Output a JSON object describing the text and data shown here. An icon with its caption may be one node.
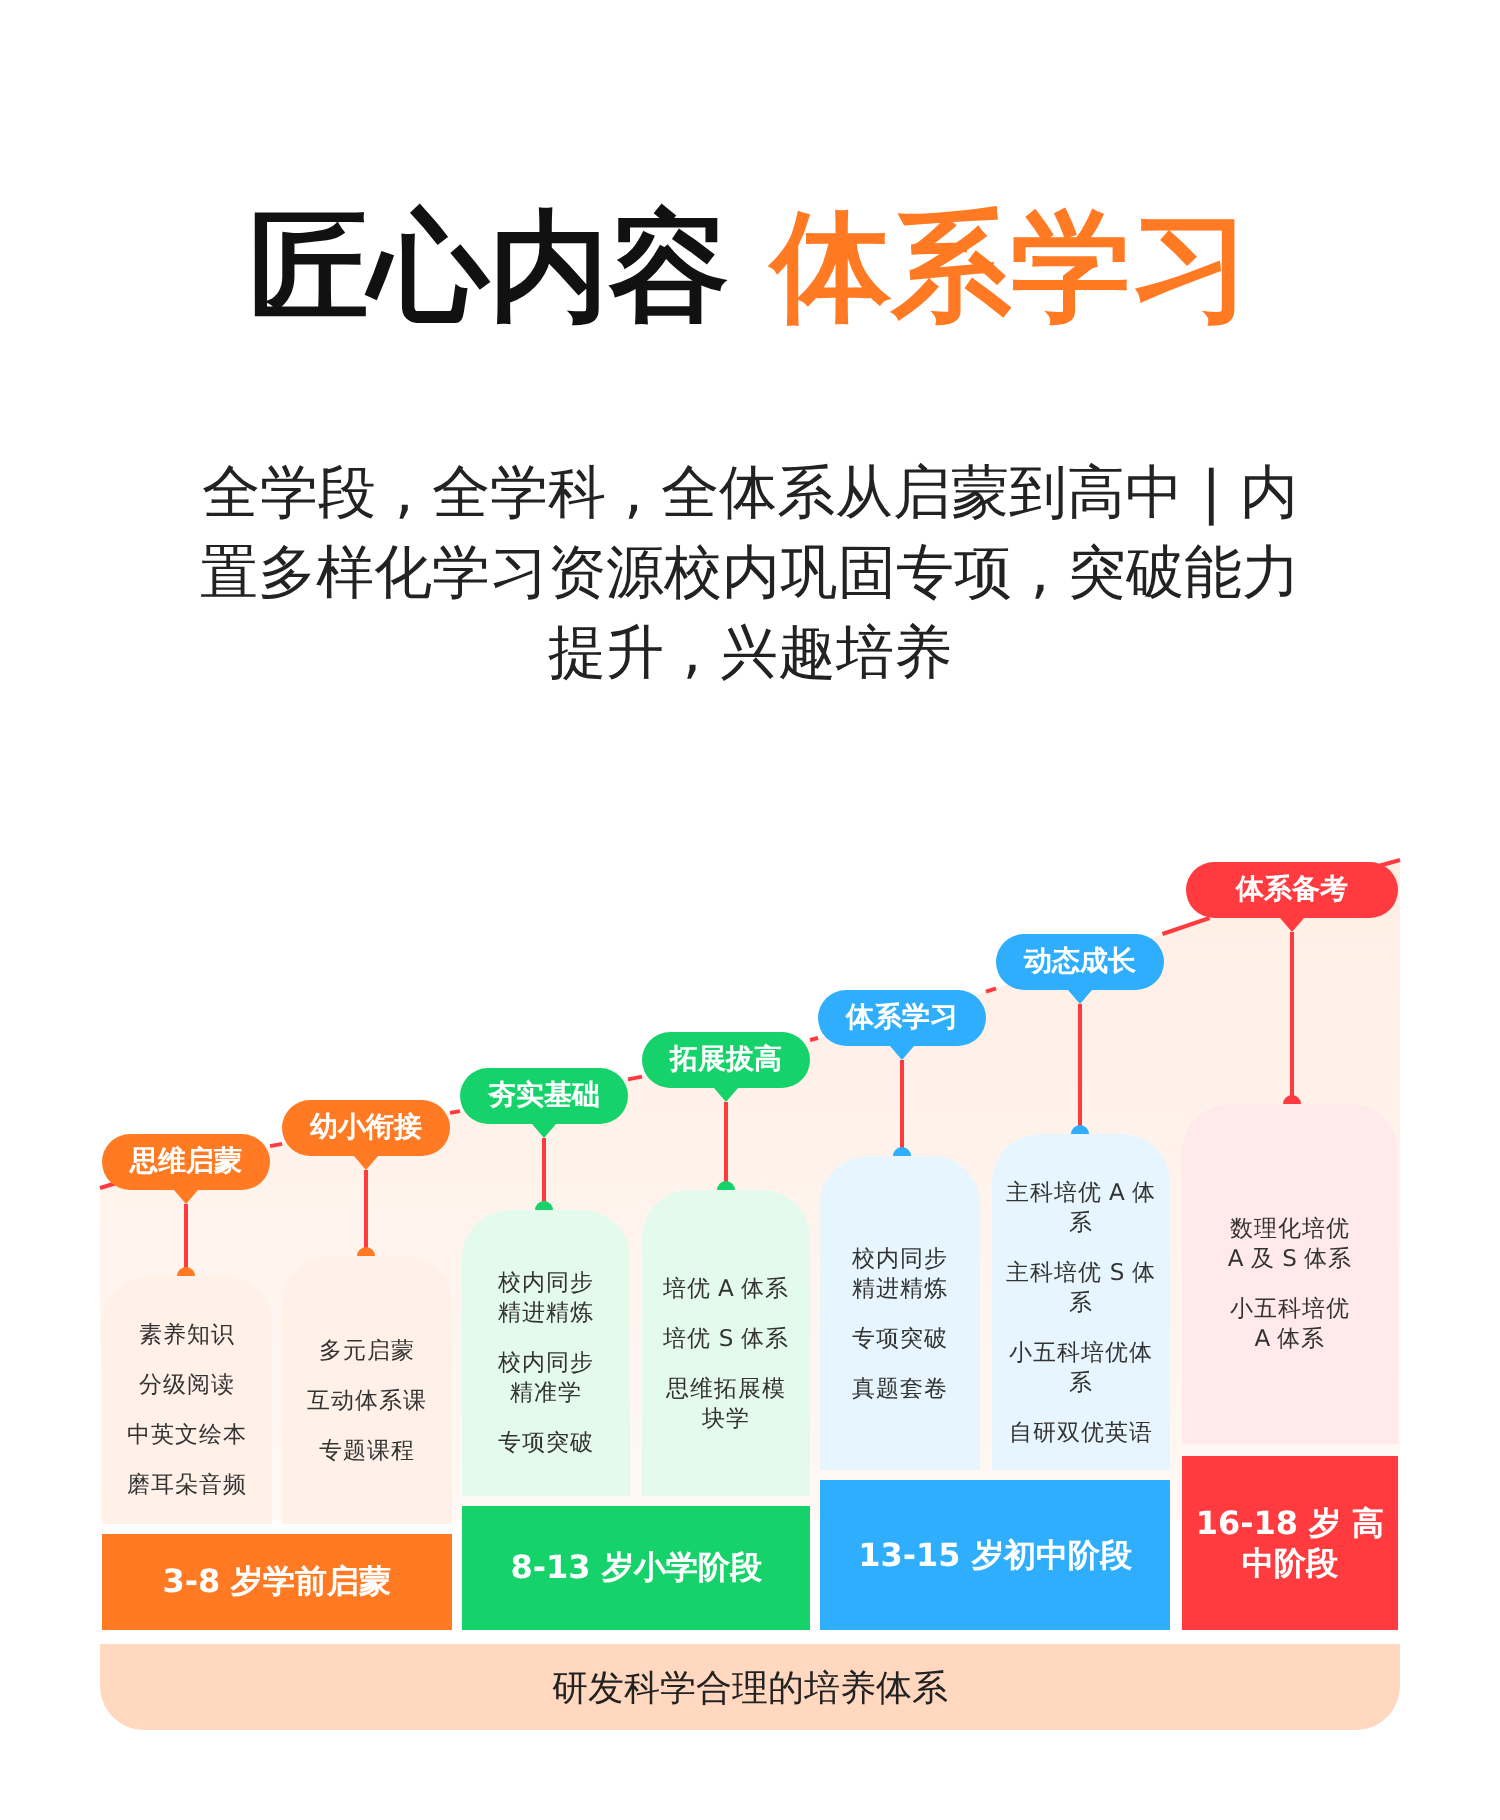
{
  "diagram": {
    "title": "匠心内容 体系学习",
    "nodes": [
      {
        "text": [
          "思维启蒙"
        ]
      },
      {
        "text": [
          "幼小衔接"
        ]
      },
      {
        "text": [
          "夯实基础"
        ]
      },
      {
        "text": [
          "拓展拔高"
        ]
      },
      {
        "text": [
          "体系学习"
        ]
      },
      {
        "text": [
          "动态成长"
        ]
      },
      {
        "text": [
          "体系备考"
        ]
      },
      {
        "text": [
          "素养知识",
          "分级阅读",
          "中英文绘本",
          "磨耳朵音频"
        ]
      },
      {
        "text": [
          "多元启蒙",
          "互动体系课",
          "专题课程"
        ]
      },
      {
        "text": [
          "校内同步精进精炼",
          "校内同步精准学",
          "专项突破"
        ]
      },
      {
        "text": [
          "培优 A 体系",
          "培优 S 体系",
          "思维拓展模块学"
        ]
      },
      {
        "text": [
          "校内同步精进精炼",
          "专项突破",
          "真题套卷"
        ]
      },
      {
        "text": [
          "主科培优 A 体系",
          "主科培优 S 体系",
          "小五科培优体系",
          "自研双优英语"
        ]
      },
      {
        "text": [
          "数理化培优 A 及 S 体系",
          "小五科培优 A 体系"
        ]
      },
      {
        "text": [
          "3-8 岁学前启蒙"
        ]
      },
      {
        "text": [
          "8-13 岁小学阶段"
        ]
      },
      {
        "text": [
          "13-15 岁初中阶段"
        ]
      },
      {
        "text": [
          "16-18 岁 高中阶段"
        ]
      },
      {
        "text": [
          "研发科学合理的培养体系"
        ]
      }
    ],
    "edges": [
      {
        "from": 0,
        "to": 1,
        "arrow": "none"
      },
      {
        "from": 1,
        "to": 2,
        "arrow": "none"
      },
      {
        "from": 2,
        "to": 3,
        "arrow": "none"
      },
      {
        "from": 3,
        "to": 4,
        "arrow": "none"
      },
      {
        "from": 4,
        "to": 5,
        "arrow": "none"
      },
      {
        "from": 5,
        "to": 6,
        "arrow": "none"
      },
      {
        "from": 0,
        "to": 7,
        "arrow": "other"
      },
      {
        "from": 1,
        "to": 8,
        "arrow": "other"
      },
      {
        "from": 2,
        "to": 9,
        "arrow": "other"
      },
      {
        "from": 3,
        "to": 10,
        "arrow": "other"
      },
      {
        "from": 4,
        "to": 11,
        "arrow": "other"
      },
      {
        "from": 5,
        "to": 12,
        "arrow": "other"
      },
      {
        "from": 6,
        "to": 13,
        "arrow": "other"
      }
    ],
    "labels": [
      "全学段 , 全学科 , 全体系从启蒙到高中 | 内置多样化学习资源校内巩固专项 , 突破能力提升 , 兴趣培养"
    ]
  }
}
